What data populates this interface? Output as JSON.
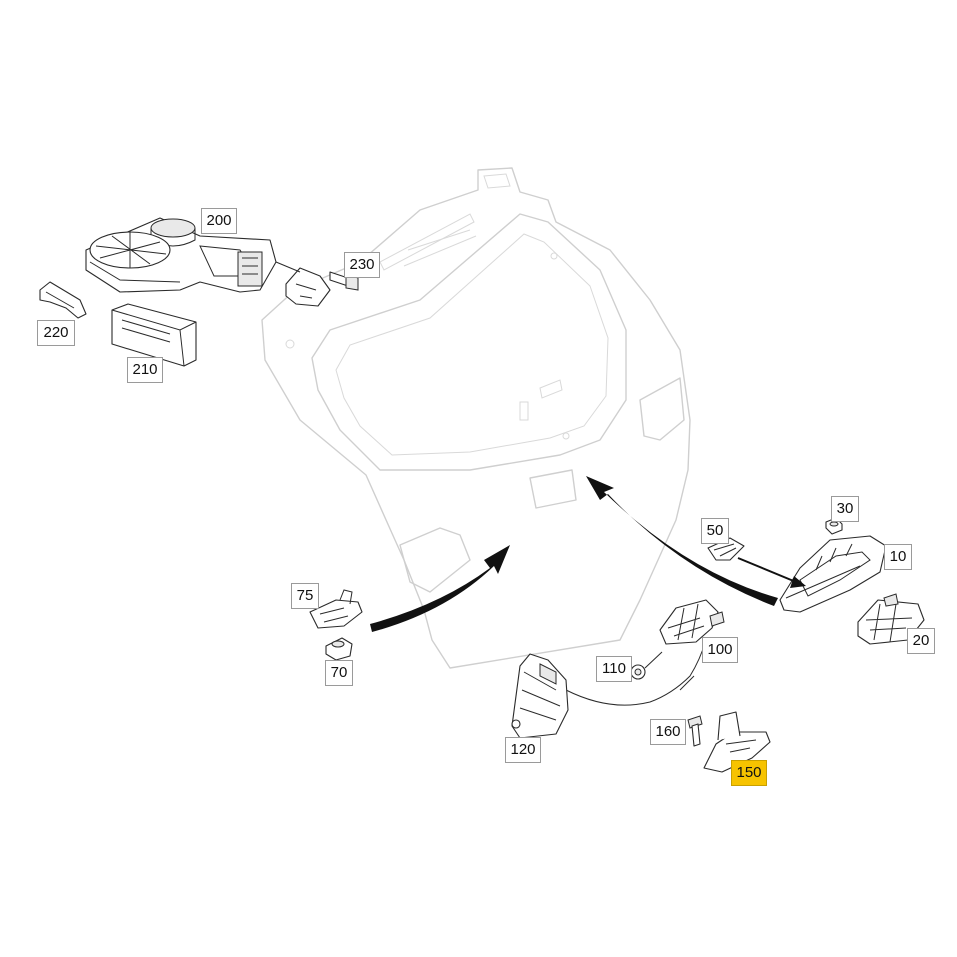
{
  "colors": {
    "highlight": "#f7c300",
    "outline": "#2b2b2b",
    "gate": "#cfcfcf"
  },
  "callouts": {
    "c200": "200",
    "c230": "230",
    "c220": "220",
    "c210": "210",
    "c30": "30",
    "c50": "50",
    "c10": "10",
    "c20": "20",
    "c75": "75",
    "c70": "70",
    "c110": "110",
    "c100": "100",
    "c120": "120",
    "c160": "160",
    "c150": "150"
  },
  "highlighted_part": "150"
}
